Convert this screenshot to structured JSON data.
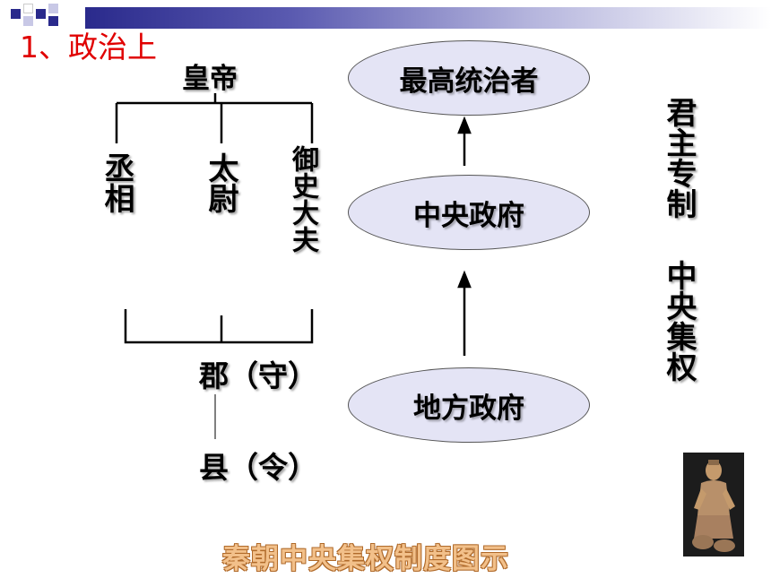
{
  "title": "1、政治上",
  "emperor": "皇帝",
  "officials": [
    {
      "name": "丞相"
    },
    {
      "name": "太尉"
    },
    {
      "name": "御史大夫"
    }
  ],
  "commandery": "郡（守）",
  "county": "县（令）",
  "hierarchy": [
    "最高统治者",
    "中央政府",
    "地方政府"
  ],
  "side_text": [
    "君主专制",
    "中央集权"
  ],
  "caption": "秦朝中央集权制度图示",
  "colors": {
    "title": "#e00000",
    "ellipse_fill": "#e4e4f5",
    "caption": "#f2c08a",
    "topbar": "#2a2a8c"
  }
}
